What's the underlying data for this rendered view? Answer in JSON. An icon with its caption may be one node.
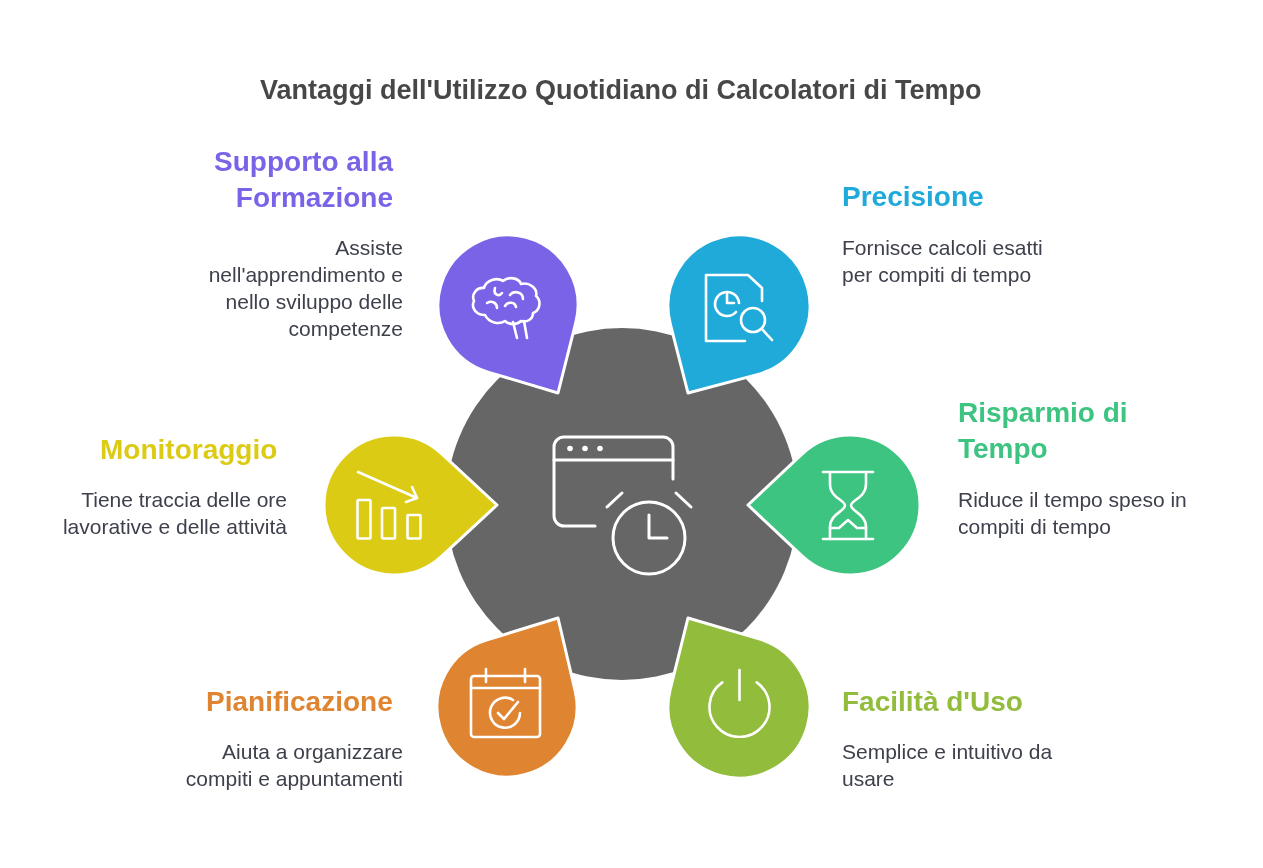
{
  "diagram": {
    "title": "Vantaggi dell'Utilizzo Quotidiano di Calcolatori di Tempo",
    "nodes": [
      {
        "text": [],
        "shape": "circle"
      },
      {
        "text": [
          "Supporto alla Formazione",
          "Assiste nell'apprendimento e nello sviluppo delle competenze"
        ]
      },
      {
        "text": [
          "Precisione",
          "Fornisce calcoli esatti per compiti di tempo"
        ]
      },
      {
        "text": [
          "Monitoraggio",
          "Tiene traccia delle ore lavorative e delle attività"
        ]
      },
      {
        "text": [
          "Risparmio di Tempo",
          "Riduce il tempo speso in compiti di tempo"
        ]
      },
      {
        "text": [
          "Pianificazione",
          "Aiuta a organizzare compiti e appuntamenti"
        ]
      },
      {
        "text": [
          "Facilità d'Uso",
          "Semplice e intuitivo da usare"
        ]
      }
    ]
  }
}
